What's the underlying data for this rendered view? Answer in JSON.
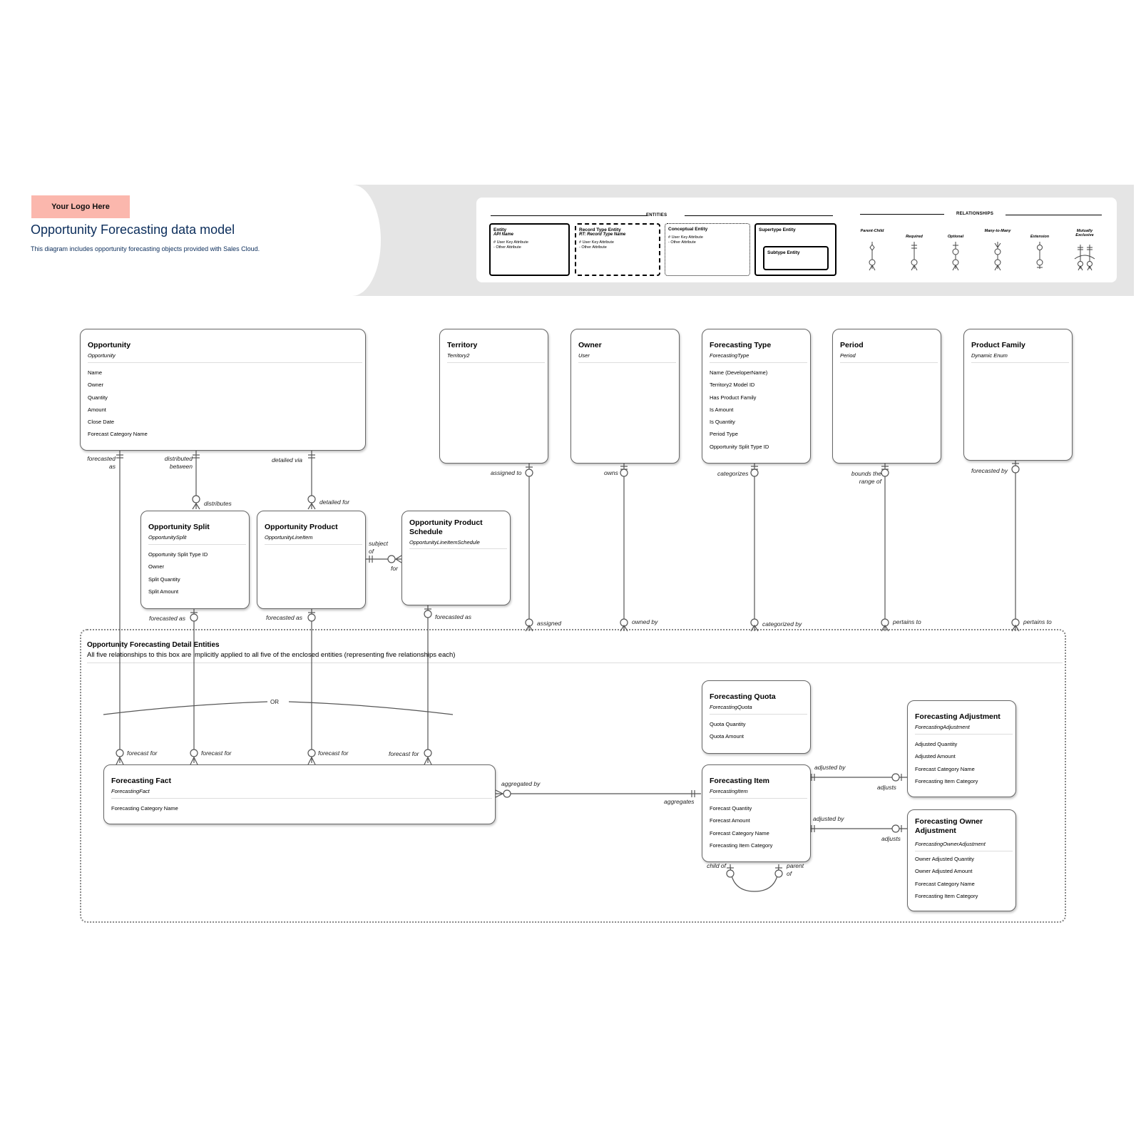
{
  "header": {
    "logo": "Your Logo Here",
    "title": "Opportunity Forecasting data model",
    "subtitle": "This diagram includes opportunity forecasting objects provided with Sales Cloud."
  },
  "legend": {
    "entities_heading": "ENTITIES",
    "relationships_heading": "RELATIONSHIPS",
    "entity_types": [
      {
        "title": "Entity",
        "sub": "API Name",
        "attrs": [
          "# User Key Attribute",
          "- Other Attribute"
        ]
      },
      {
        "title": "Record Type Entity",
        "sub": "RT: Record Type Name",
        "attrs": [
          "# User Key Attribute",
          "- Other Attribute"
        ]
      },
      {
        "title": "Conceptual Entity",
        "sub": "",
        "attrs": [
          "# User Key Attribute",
          "- Other Attribute"
        ]
      },
      {
        "title": "Supertype Entity",
        "sub": "",
        "inner": "Subtype Entity"
      }
    ],
    "relationship_types": [
      "Parent-Child",
      "Required",
      "Optional",
      "Many-to-Many",
      "Extension",
      "Mutually Exclusive"
    ]
  },
  "entities": {
    "opportunity": {
      "title": "Opportunity",
      "api": "Opportunity",
      "attrs": [
        "Name",
        "Owner",
        "Quantity",
        "Amount",
        "Close Date",
        "Forecast Category Name"
      ]
    },
    "territory": {
      "title": "Territory",
      "api": "Territory2",
      "attrs": []
    },
    "owner": {
      "title": "Owner",
      "api": "User",
      "attrs": []
    },
    "forecasting_type": {
      "title": "Forecasting Type",
      "api": "ForecastingType",
      "attrs": [
        "Name (DeveloperName)",
        "Territory2 Model ID",
        "Has Product Family",
        "Is Amount",
        "Is Quantity",
        "Period Type",
        "Opportunity Split Type ID"
      ]
    },
    "period": {
      "title": "Period",
      "api": "Period",
      "attrs": []
    },
    "product_family": {
      "title": "Product Family",
      "api": "Dynamic Enum",
      "attrs": []
    },
    "opportunity_split": {
      "title": "Opportunity Split",
      "api": "OpportunitySplit",
      "attrs": [
        "Opportunity Split Type ID",
        "Owner",
        "Split Quantity",
        "Split Amount"
      ]
    },
    "opportunity_product": {
      "title": "Opportunity Product",
      "api": "OpportunityLineItem",
      "attrs": []
    },
    "opportunity_product_schedule": {
      "title": "Opportunity Product Schedule",
      "api": "OpportunityLineItemSchedule",
      "attrs": []
    },
    "forecasting_quota": {
      "title": "Forecasting Quota",
      "api": "ForecastingQuota",
      "attrs": [
        "Quota Quantity",
        "Quota Amount"
      ]
    },
    "forecasting_adjustment": {
      "title": "Forecasting Adjustment",
      "api": "ForecastingAdjustment",
      "attrs": [
        "Adjusted Quantity",
        "Adjusted Amount",
        "Forecast Category Name",
        "Forecasting Item Category"
      ]
    },
    "forecasting_fact": {
      "title": "Forecasting Fact",
      "api": "ForecastingFact",
      "attrs": [
        "Forecasting Category Name"
      ]
    },
    "forecasting_item": {
      "title": "Forecasting Item",
      "api": "ForecastingItem",
      "attrs": [
        "Forecast Quantity",
        "Forecast Amount",
        "Forecast Category Name",
        "Forecasting Item Category"
      ]
    },
    "forecasting_owner_adjustment": {
      "title": "Forecasting Owner Adjustment",
      "api": "ForecastingOwnerAdjustment",
      "attrs": [
        "Owner Adjusted Quantity",
        "Owner Adjusted Amount",
        "Forecast Category Name",
        "Forecasting Item Category"
      ]
    }
  },
  "group": {
    "title": "Opportunity Forecasting Detail Entities",
    "description": "All five relationships to this box are implicitly applied to all five of the enclosed entities (representing five relationships each)"
  },
  "rel_labels": {
    "forecasted_as_1": "forecasted as",
    "distributed_between": "distributed between",
    "detailed_via": "detailed via",
    "distributes": "distributes",
    "detailed_for": "detailed for",
    "subject_of": "subject of",
    "for": "for",
    "assigned_to": "assigned to",
    "owns": "owns",
    "categorizes": "categorizes",
    "bounds_range_of": "bounds the range of",
    "forecasted_by": "forecasted by",
    "forecasted_as_split": "forecasted as",
    "forecasted_as_product": "forecasted as",
    "forecasted_as_schedule": "forecasted as",
    "assigned": "assigned",
    "owned_by": "owned by",
    "categorized_by": "categorized by",
    "pertains_to_1": "pertains to",
    "pertains_to_2": "pertains to",
    "or": "OR",
    "forecast_for_1": "forecast for",
    "forecast_for_2": "forecast for",
    "forecast_for_3": "forecast for",
    "forecast_for_4": "forecast for",
    "aggregated_by": "aggregated by",
    "aggregates": "aggregates",
    "adjusted_by_1": "adjusted by",
    "adjusts_1": "adjusts",
    "adjusted_by_2": "adjusted by",
    "adjusts_2": "adjusts",
    "child_of": "child of",
    "parent_of": "parent of"
  }
}
